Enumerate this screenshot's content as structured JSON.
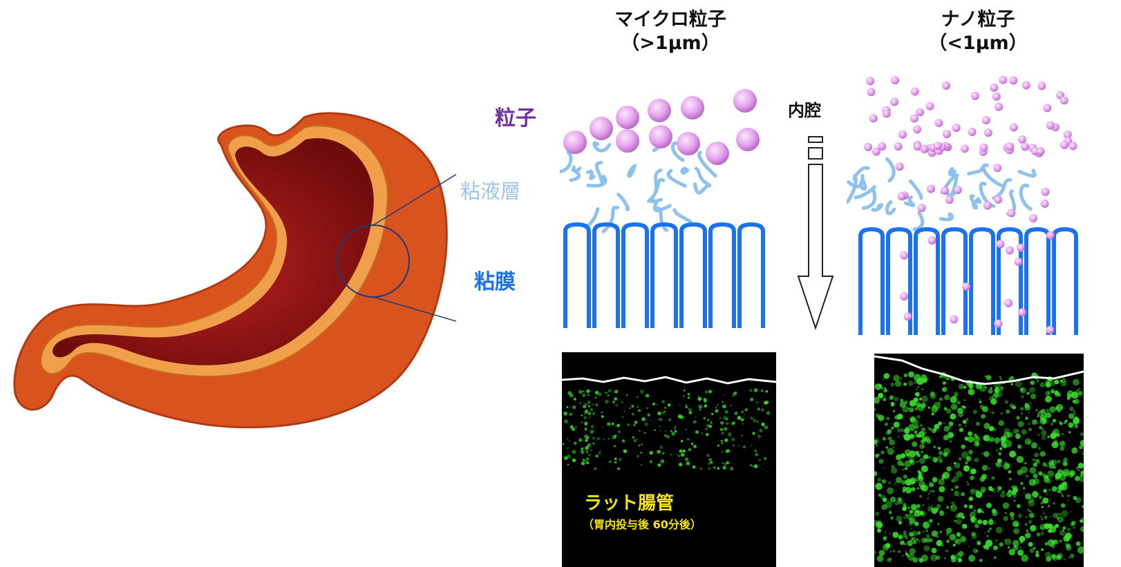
{
  "headers": {
    "micro_title": "マイクロ粒子",
    "micro_size": "（>1μm）",
    "nano_title": "ナノ粒子",
    "nano_size": "（<1μm）"
  },
  "side_labels": {
    "particles": "粒子",
    "mucus_layer": "粘液層",
    "mucosa": "粘膜"
  },
  "lumen_label": "内腔",
  "micrograph": {
    "title": "ラット腸管",
    "note": "（胃内投与後 60分後）"
  },
  "colors": {
    "particle_label": "#7030a0",
    "mucus_label": "#9dc3e6",
    "mucus_strand": "#8ec1ec",
    "mucosa": "#1a72ee",
    "particle_fill": "#e8a8f0",
    "fluorescence": "#39e12d",
    "caption": "#f5e60c"
  }
}
